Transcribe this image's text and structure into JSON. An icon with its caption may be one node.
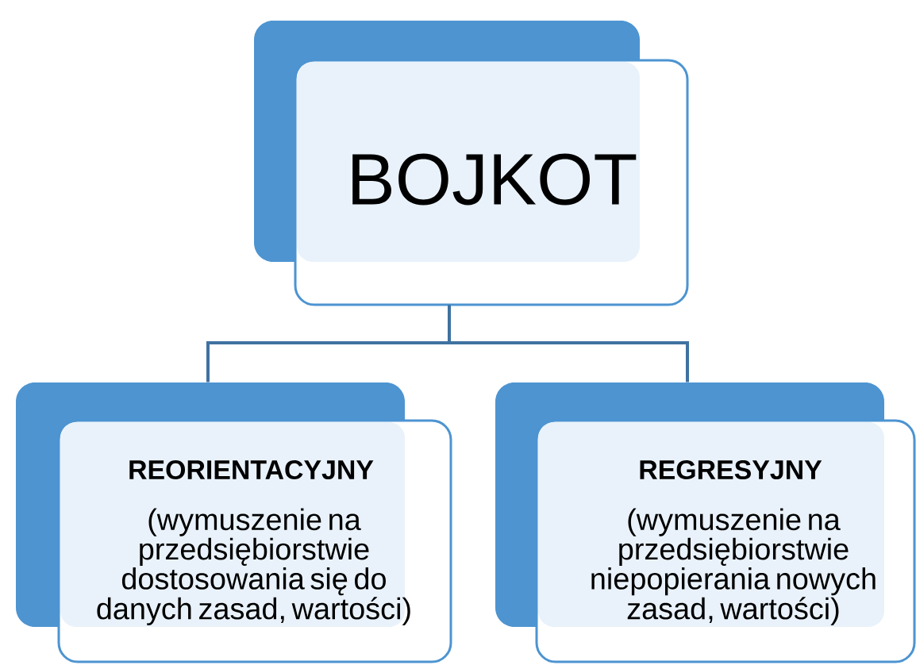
{
  "diagram": {
    "nodes": [
      {
        "text": [
          "BOJKOT"
        ]
      },
      {
        "text": [
          "REORIENTACYJNY",
          "(wymuszenie na przedsiębiorstwie dostosowania się do danych zasad, wartości)"
        ]
      },
      {
        "text": [
          "REGRESYJNY",
          "(wymuszenie na przedsiębiorstwie niepopierania nowych zasad, wartości)"
        ]
      }
    ],
    "edges": [
      {
        "from": 0,
        "to": 1,
        "arrow": "none"
      },
      {
        "from": 0,
        "to": 2,
        "arrow": "none"
      }
    ]
  }
}
